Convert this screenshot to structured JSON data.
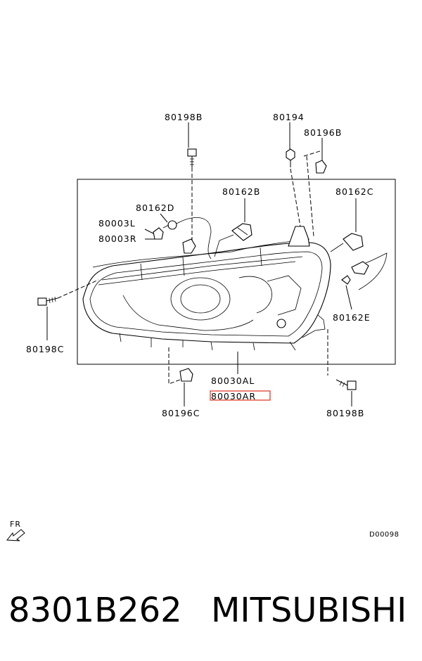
{
  "labels": {
    "top_bolt": "80198B",
    "top_nut": "80194",
    "top_clip": "80196B",
    "bulb_b": "80162B",
    "bulb_c": "80162C",
    "bulb_d": "80162D",
    "socket_l": "80003L",
    "socket_r": "80003R",
    "bolt_c": "80198C",
    "bulb_e": "80162E",
    "lamp_al": "80030AL",
    "lamp_ar": "80030AR",
    "clip_c": "80196C",
    "bolt_b_bottom": "80198B"
  },
  "highlight_color": "#e0301e",
  "front_indicator": "FR",
  "diagram_code": "D00098",
  "part_number": "8301B262",
  "brand": "MITSUBISHI"
}
